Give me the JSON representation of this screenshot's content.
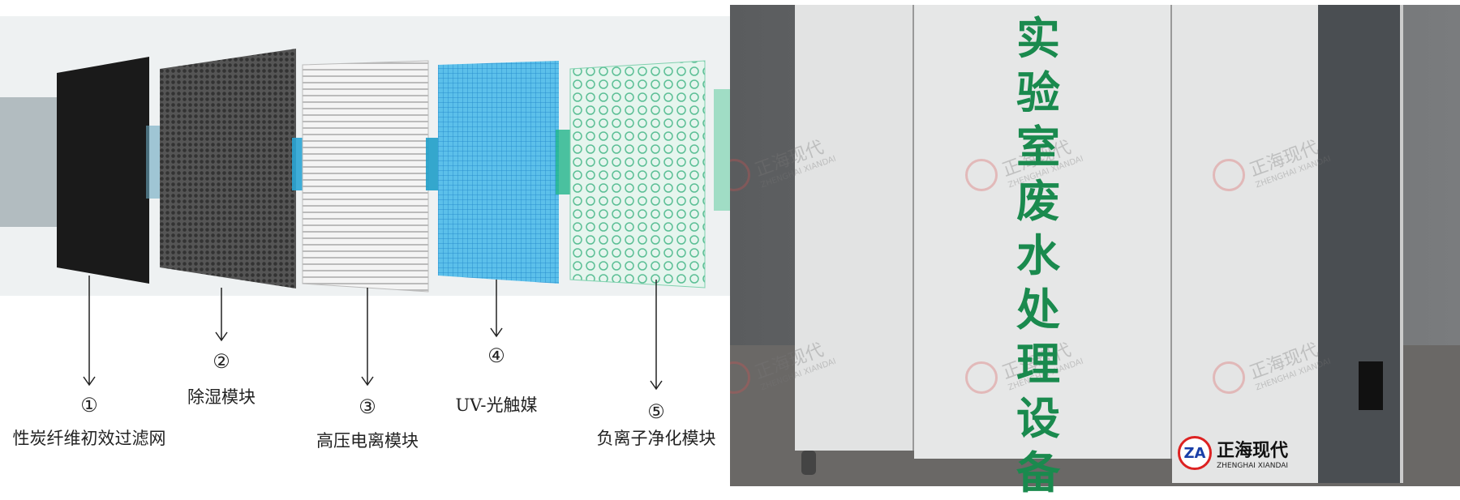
{
  "diagram": {
    "modules": [
      {
        "number": "①",
        "label": "性炭纤维初效过滤网"
      },
      {
        "number": "②",
        "label": "除湿模块"
      },
      {
        "number": "③",
        "label": "高压电离模块"
      },
      {
        "number": "④",
        "label": "UV-光触媒"
      },
      {
        "number": "⑤",
        "label": "负离子净化模块"
      }
    ]
  },
  "photo": {
    "cabinet_text": "实验室废水处理设备",
    "brand_cn": "正海现代",
    "brand_en": "ZHENGHAI XIANDAI",
    "accent_color": "#1a8a4e"
  }
}
